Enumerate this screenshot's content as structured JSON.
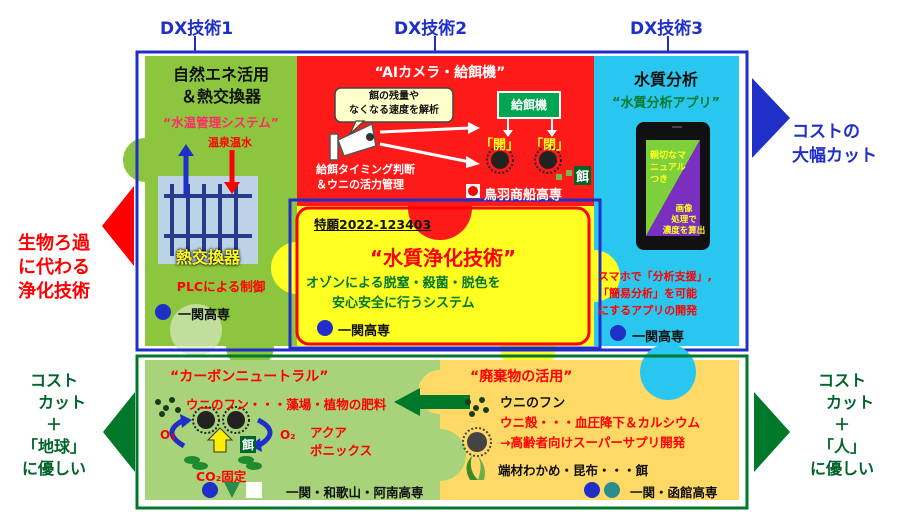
{
  "dx": {
    "labels": [
      "DX技術1",
      "DX技術2",
      "DX技術3"
    ]
  },
  "left_arrow": {
    "label": "生物ろ過\nに代わる\n浄化技術"
  },
  "right_arrow": {
    "label": "コストの\n大幅カット"
  },
  "bottom_left_arrow": {
    "label": "コスト\n　カット\n＋\n「地球」\nに優しい"
  },
  "bottom_right_arrow": {
    "label": "コスト\n　カット\n＋\n「人」\nに優しい"
  },
  "panel1": {
    "title": "自然エネ活用\n＆熱交換器",
    "subtitle": "“水温管理システム”",
    "hot_water": "温泉温水",
    "exchanger": "熱交換器",
    "plc": "PLCによる制御",
    "institution": "一関高専"
  },
  "panel2": {
    "title": "“AIカメラ・給餌機”",
    "bubble": "餌の残量や\nなくなる速度を解析",
    "feeder": "給餌機",
    "open_label": "「開」",
    "closed_label": "「閉」",
    "feed_label": "餌",
    "timing": "給餌タイミング判断\n＆ウニの活力管理",
    "institution": "鳥羽商船高専"
  },
  "panel3": {
    "title": "水質分析",
    "subtitle": "“水質分析アプリ”",
    "phone_text1": "親切なマ\nニュアル\nつき",
    "phone_text2": "画像\n処理で\n濃度を算出",
    "desc": "スマホで「分析支援」,\n「簡易分析」を可能\nにするアプリの開発",
    "institution": "一関高専"
  },
  "center": {
    "patent": "特願2022-123403",
    "title": "“水質浄化技術”",
    "desc": "オゾンによる脱窒・殺菌・脱色を\n　　安心安全に行うシステム",
    "institution": "一関高専"
  },
  "bottom_left": {
    "title": "“カーボンニュートラル”",
    "fertilizer": "ウニのフン・・・藻場・植物の肥料",
    "aquaponics": "アクア\nポニックス",
    "o2_left": "O₂",
    "o2_right": "O₂",
    "co2": "CO₂固定",
    "feed": "餌",
    "institution": "一関・和歌山・阿南高専"
  },
  "bottom_right": {
    "title": "“廃棄物の活用”",
    "uni_fun": "ウニのフン",
    "shell": "ウニ殻・・・血圧降下＆カルシウム",
    "supplement": "→高齢者向けスーパーサプリ開発",
    "seaweed": "端材わかめ・昆布・・・餌",
    "institution": "一関・函館高専"
  },
  "colors": {
    "blue": "#1f2fc8",
    "green_frame": "#00782a",
    "panel_green": "#8cc63e",
    "panel_red": "#ff1a1a",
    "panel_cyan": "#29c7f0",
    "panel_yellow": "#ffff22",
    "bottom_left_bg": "#a8d37a",
    "bottom_right_bg": "#ffd966"
  }
}
